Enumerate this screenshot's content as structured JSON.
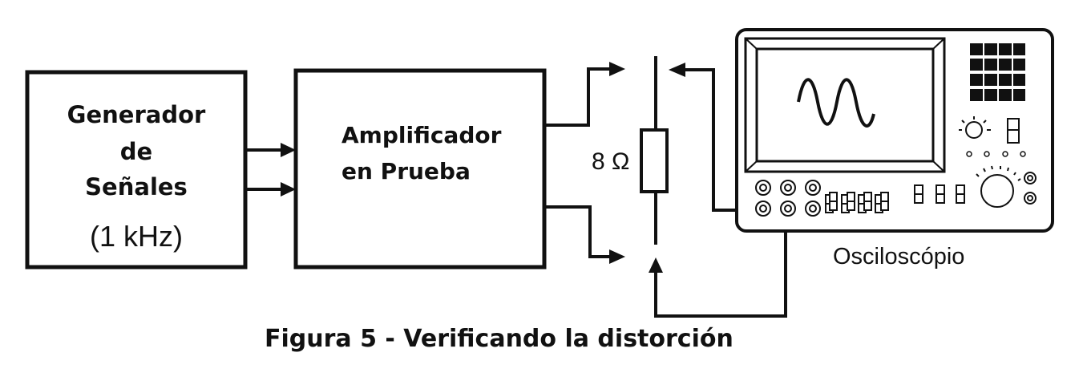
{
  "generator": {
    "lines": [
      "Generador",
      "de",
      "Señales"
    ],
    "frequency": "(1 kHz)"
  },
  "amplifier": {
    "lines": [
      "Amplificador",
      "en Prueba"
    ]
  },
  "load": {
    "label": "8 Ω"
  },
  "oscilloscope": {
    "label": "Osciloscópio"
  },
  "caption": "Figura 5 - Verificando la distorción"
}
